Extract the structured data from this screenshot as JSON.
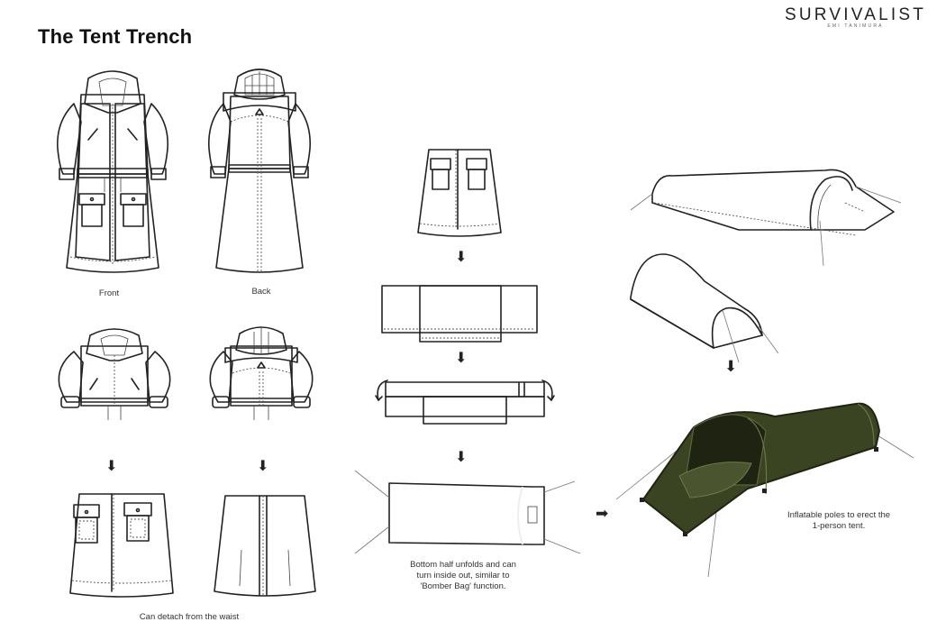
{
  "header": {
    "title": "The Tent Trench",
    "brand": {
      "name": "SURVIVALIST",
      "subtitle": "EMI TANIMURA"
    }
  },
  "coat_views": {
    "front_label": "Front",
    "back_label": "Back"
  },
  "detach_section": {
    "caption": "Can detach from the waist"
  },
  "fold_section": {
    "caption_lines": [
      "Bottom half unfolds and can",
      "turn inside out, similar to",
      "'Bomber Bag' function."
    ]
  },
  "tent_section": {
    "caption_lines": [
      "Inflatable poles to erect the",
      "1-person tent."
    ]
  },
  "colors": {
    "coat_light": "#dcc58f",
    "coat_dark": "#bfa46a",
    "fold_grey": "#b9b9b9",
    "tent_green": "#3b4422",
    "tent_dark": "#1f2412",
    "ink": "#222222"
  }
}
